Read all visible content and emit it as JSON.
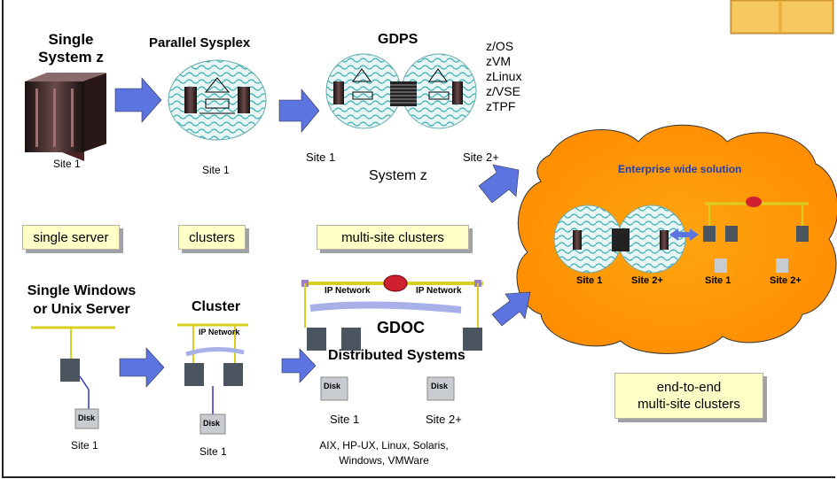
{
  "titles": {
    "single_system_z": "Single\nSystem z",
    "parallel_sysplex": "Parallel Sysplex",
    "gdps": "GDPS",
    "single_windows": "Single Windows\nor Unix Server",
    "cluster": "Cluster",
    "gdoc": "GDOC",
    "distributed_systems": "Distributed Systems"
  },
  "os_list": [
    "z/OS",
    "zVM",
    "zLinux",
    "z/VSE",
    "zTPF"
  ],
  "system_z": "System z",
  "site_labels": {
    "site1": "Site 1",
    "site2": "Site 2+"
  },
  "category_labels": {
    "single_server": "single server",
    "clusters": "clusters",
    "multi_site_clusters": "multi-site clusters",
    "end_to_end": "end-to-end\nmulti-site clusters"
  },
  "network": {
    "ip_network": "IP Network",
    "disk": "Disk"
  },
  "platforms": "AIX, HP-UX, Linux, Solaris,\nWindows, VMWare",
  "cloud": {
    "title": "Enterprise wide solution",
    "site1": "Site 1",
    "site2": "Site 2+"
  },
  "colors": {
    "arrow": "#5b74e0",
    "cloud": "#ff9c00",
    "label_bg": "#ffffc8",
    "cloud_title": "#1f3fb0",
    "bus": "#d8d020"
  }
}
